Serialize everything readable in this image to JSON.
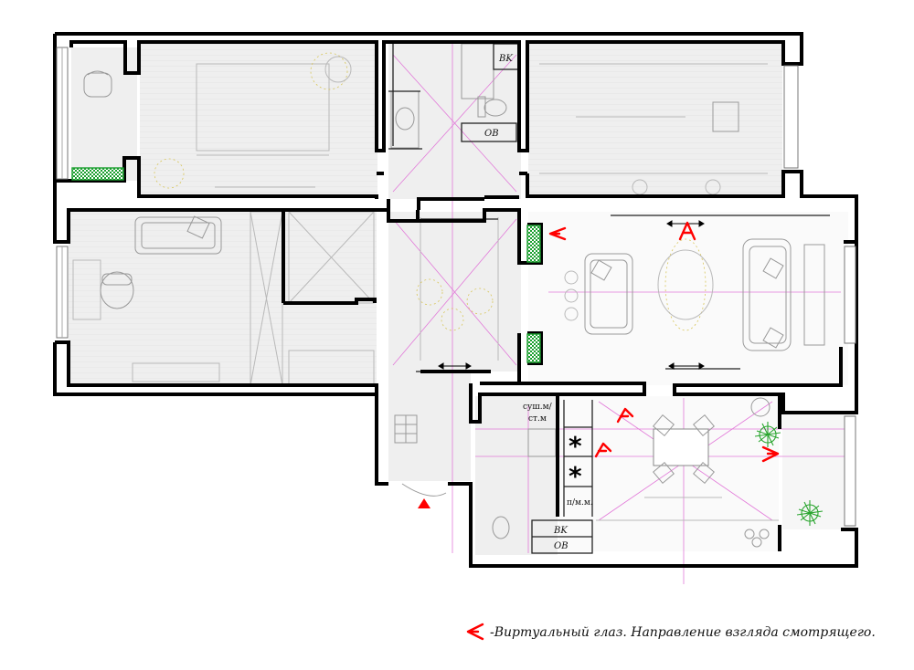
{
  "labels": {
    "vk_top": "BK",
    "ov_top": "OB",
    "kitchen_upper": "суш.м/",
    "kitchen_upper2": "ст.м",
    "kitchen_lower": "п/м.м.",
    "vk_bottom": "BK",
    "ov_bottom": "OB"
  },
  "legend": {
    "text": "-Виртуальный глаз. Направление взгляда смотрящего."
  },
  "colors": {
    "wall": "#000000",
    "room_fill": "#efefef",
    "eye_marker": "#ff0000",
    "radiator": "#1a9e2e",
    "guide_lines": "#e27ad9"
  }
}
